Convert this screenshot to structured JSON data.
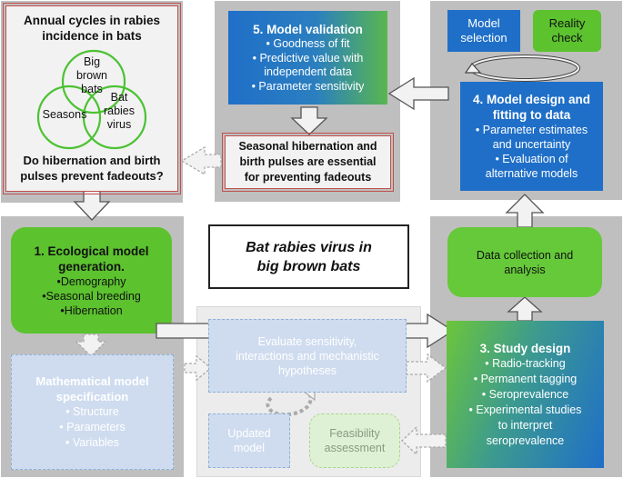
{
  "annual_cycles": {
    "title_line1": "Annual cycles in rabies",
    "title_line2": "incidence in bats",
    "venn": {
      "circle_top": [
        "Big",
        "brown",
        "bats"
      ],
      "circle_left": "Seasons",
      "circle_right": [
        "Bat",
        "rabies",
        "virus"
      ]
    },
    "question_line1": "Do hibernation and birth",
    "question_line2": "pulses prevent fadeouts?"
  },
  "model_validation": {
    "title": "5. Model validation",
    "items": [
      "• Goodness of fit",
      "• Predictive value with",
      "independent data",
      "• Parameter sensitivity"
    ]
  },
  "seasonal_conclusion": {
    "lines": [
      "Seasonal hibernation and",
      "birth pulses are essential",
      "for preventing fadeouts"
    ]
  },
  "model_selection": {
    "lines": [
      "Model",
      "selection"
    ]
  },
  "reality_check": {
    "lines": [
      "Reality",
      "check"
    ]
  },
  "model_design": {
    "title_lines": [
      "4. Model design and",
      "fitting to data"
    ],
    "items": [
      "• Parameter estimates",
      "and uncertainty",
      "• Evaluation of",
      "alternative models"
    ]
  },
  "center_title": {
    "lines": [
      "Bat rabies virus in",
      "big brown bats"
    ]
  },
  "ecological_model": {
    "title_lines": [
      "1. Ecological model",
      "generation."
    ],
    "items": [
      "•Demography",
      "•Seasonal breeding",
      "•Hibernation"
    ]
  },
  "data_collection": {
    "lines": [
      "Data collection and",
      "analysis"
    ]
  },
  "math_model": {
    "title_lines": [
      "Mathematical model",
      "specification"
    ],
    "items": [
      "• Structure",
      "• Parameters",
      "• Variables"
    ]
  },
  "evaluate_sensitivity": {
    "lines": [
      "Evaluate sensitivity,",
      "interactions and mechanistic",
      "hypotheses"
    ]
  },
  "updated_model": {
    "lines": [
      "Updated",
      "model"
    ]
  },
  "feasibility": {
    "lines": [
      "Feasibility",
      "assessment"
    ]
  },
  "study_design": {
    "title": "3. Study design",
    "items": [
      "• Radio-tracking",
      "• Permanent tagging",
      "• Seroprevalence",
      "• Experimental studies",
      "to interpret",
      "seroprevalence"
    ]
  },
  "colors": {
    "green": "#5cc22e",
    "blue": "#1f6fc8",
    "panel_gray": "#bfbfbf",
    "venn_green": "#4cc233",
    "red_border": "#c0504d"
  }
}
